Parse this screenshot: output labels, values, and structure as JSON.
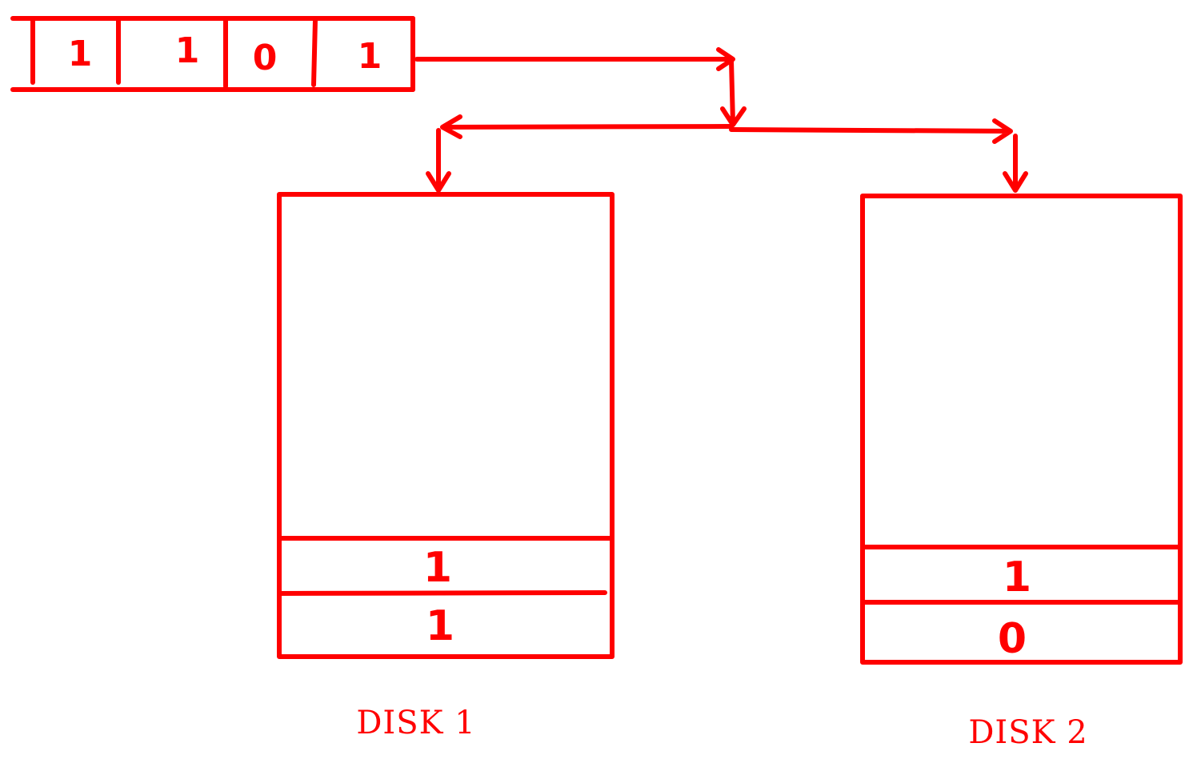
{
  "colors": {
    "ink": "#ff0000",
    "background": "#ffffff"
  },
  "bit_register": {
    "bits": [
      "1",
      "1",
      "0",
      "1"
    ]
  },
  "disk1": {
    "label": "DISK 1",
    "cells": [
      "1",
      "1"
    ]
  },
  "disk2": {
    "label": "DISK 2",
    "cells": [
      "1",
      "0"
    ]
  }
}
